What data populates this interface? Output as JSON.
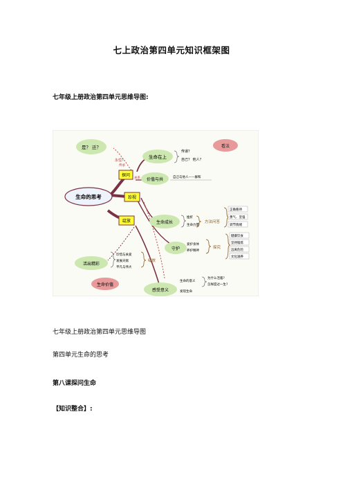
{
  "doc": {
    "title": "七上政治第四单元知识框架图",
    "subheading": "七年级上册政治第四单元思维导图:",
    "caption": "七年级上册政治第四单元思维导图",
    "unit_line": "第四单元生命的思考",
    "lesson_heading": "第八课探问生命",
    "section_label": "【知识整合】:"
  },
  "mindmap": {
    "center": "生命的思考",
    "b1": "探问",
    "b2": "珍视",
    "b3": "绽放",
    "cloud_top": "是？ 迁？",
    "top_note": "永恒？",
    "life_up": "生命在上",
    "life_up_items": [
      "传递？",
      "自己？ 他人？"
    ],
    "heritage": "传承",
    "rel_label": "关系",
    "eternal_common": "价值与共",
    "eternal_item": "自己与他人——群和",
    "life_growth": "生命成长",
    "growth_items": [
      "挫折",
      "生命力量"
    ],
    "method": "方法问答",
    "method_items": [
      "正确看待",
      "勇气、坚强",
      "调节情绪"
    ],
    "protect": "守护",
    "protect_items": [
      "爱护身体",
      "养护精神"
    ],
    "protect_method": "探究",
    "protect_method_items": [
      "健康饮食",
      "坚持锻炼",
      "远离危险",
      "文化滋养"
    ],
    "live_meaning": "活出精彩",
    "live_items": [
      "珍惜与关爱",
      "发展天赋",
      "平凡与伟大"
    ],
    "decide": "绽放",
    "value": "生命价值",
    "meaning": "感受意义",
    "meaning_items": [
      "生命的意义",
      "发现生命"
    ],
    "meaning_q": [
      "为什么活着?",
      "怎样度过一生?"
    ],
    "sign_badge": "看法"
  },
  "colors": {
    "yellow_box": "#ffff33",
    "cloud": "#cde7b0",
    "ellipse": "#eef2fa",
    "branch": "#7b3145",
    "value_cloud": "#e89a9a"
  }
}
